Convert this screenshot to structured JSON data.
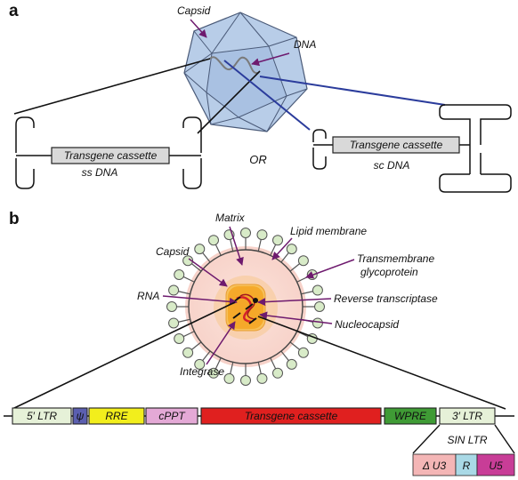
{
  "panel_a": {
    "letter": "a",
    "capsid_label": "Capsid",
    "dna_label": "DNA",
    "or_label": "OR",
    "ss": {
      "cassette": "Transgene cassette",
      "label": "ss DNA"
    },
    "sc": {
      "cassette": "Transgene cassette",
      "label": "sc DNA"
    }
  },
  "panel_b": {
    "letter": "b",
    "labels": {
      "matrix": "Matrix",
      "lipid_membrane": "Lipid membrane",
      "capsid": "Capsid",
      "transmembrane_1": "Transmembrane",
      "transmembrane_2": "glycoprotein",
      "rna": "RNA",
      "reverse_transcriptase": "Reverse transcriptase",
      "nucleocapsid": "Nucleocapsid",
      "integrase": "Integrase"
    },
    "vector_segments": [
      {
        "label": "5′ LTR",
        "color": "#e6f1d8"
      },
      {
        "label": "ψ",
        "color": "#5b5fb0"
      },
      {
        "label": "RRE",
        "color": "#f2ee1c"
      },
      {
        "label": "cPPT",
        "color": "#e4a9d6"
      },
      {
        "label": "Transgene cassette",
        "color": "#e0201f"
      },
      {
        "label": "WPRE",
        "color": "#3f9b35"
      },
      {
        "label": "3′ LTR",
        "color": "#e6f1d8"
      }
    ],
    "sin_ltr_label": "SIN LTR",
    "sin_segments": [
      {
        "label": "Δ U3",
        "color": "#f4b6b6"
      },
      {
        "label": "R",
        "color": "#a9d9e6"
      },
      {
        "label": "U5",
        "color": "#c83d97"
      }
    ]
  },
  "colors": {
    "capsid_fill": "#b8cde8",
    "arrow_purple": "#6e1a6e",
    "blue_line": "#2b3c9c",
    "membrane_halo": "#f8d8d0",
    "core_orange": "#f5a623",
    "head_fill": "#d8ebc8"
  }
}
